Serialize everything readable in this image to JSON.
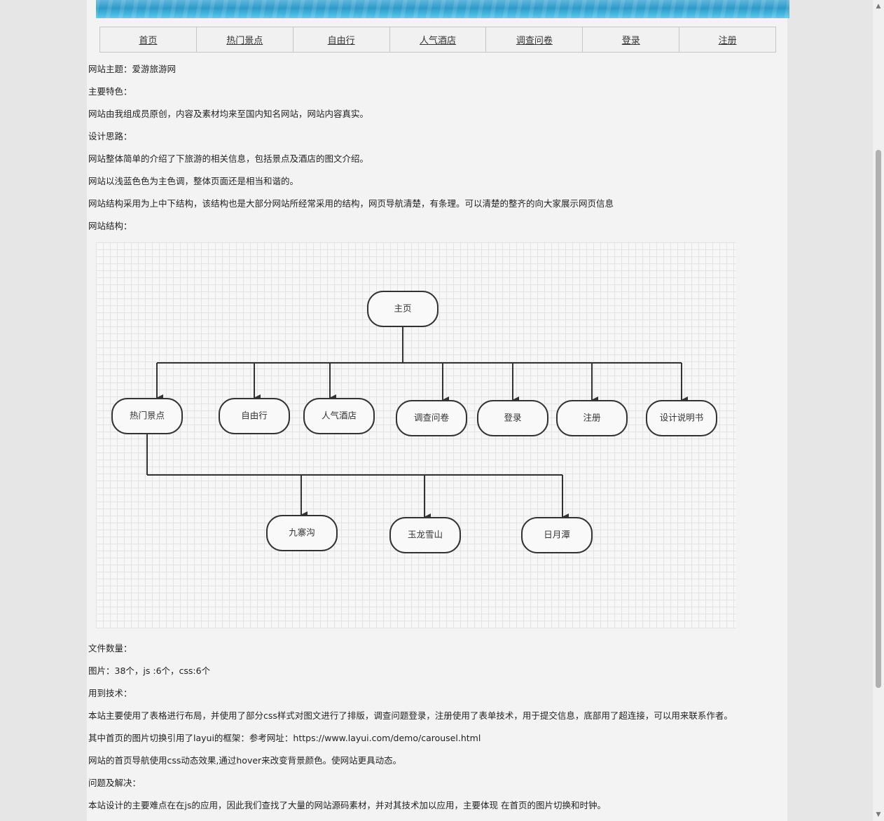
{
  "nav": {
    "items": [
      "首页",
      "热门景点",
      "自由行",
      "人气酒店",
      "调查问卷",
      "登录",
      "注册"
    ]
  },
  "content": {
    "theme": "网站主题：爱游旅游网",
    "features_label": "主要特色：",
    "features": "网站由我组成员原创，内容及素材均来至国内知名网站，网站内容真实。",
    "design_label": "设计思路：",
    "design_1": "网站整体简单的介绍了下旅游的相关信息，包括景点及酒店的图文介绍。",
    "design_2": "网站以浅蓝色色为主色调，整体页面还是相当和谐的。",
    "design_3": "网站结构采用为上中下结构，该结构也是大部分网站所经常采用的结构，网页导航清楚，有条理。可以清楚的整齐的向大家展示网页信息",
    "structure_label": "网站结构：",
    "files_label": "文件数量：",
    "files": "图片：38个，js :6个，css:6个",
    "tech_label": "用到技术：",
    "tech_1": "本站主要使用了表格进行布局，并使用了部分css样式对图文进行了排版，调查问题登录，注册使用了表单技术，用于提交信息，底部用了超连接，可以用来联系作者。",
    "tech_2": "其中首页的图片切换引用了layui的框架：参考网址：https://www.layui.com/demo/carousel.html",
    "tech_3": "网站的首页导航使用css动态效果,通过hover来改变背景颜色。使网站更具动态。",
    "issues_label": "问题及解决：",
    "issues": "本站设计的主要难点在在js的应用，因此我们查找了大量的网站源码素材，并对其技术加以应用，主要体现 在首页的图片切换和时钟。"
  },
  "diagram": {
    "root": "主页",
    "level1": [
      "热门景点",
      "自由行",
      "人气酒店",
      "调查问卷",
      "登录",
      "注册",
      "设计说明书"
    ],
    "level2": [
      "九寨沟",
      "玉龙雪山",
      "日月潭"
    ]
  }
}
